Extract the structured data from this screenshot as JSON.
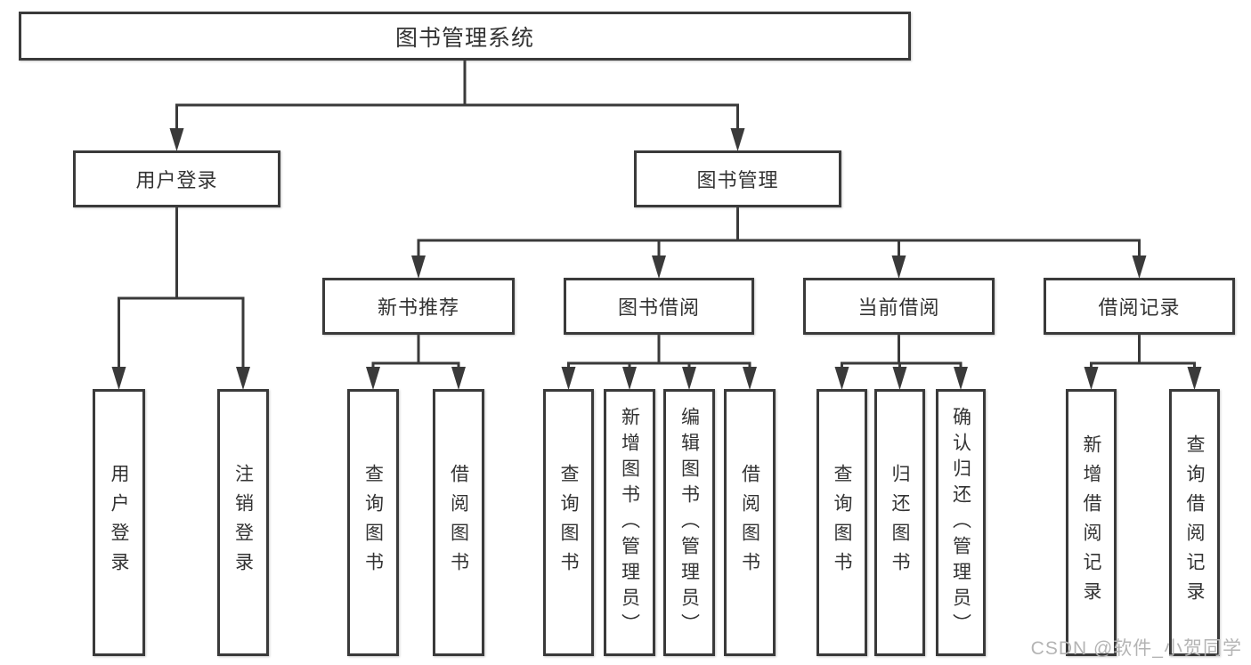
{
  "diagram": {
    "title": "图书管理系统",
    "watermark": "CSDN @软件_小贺同学",
    "colors": {
      "background": "#ffffff",
      "line": "#3a3a3a",
      "box_border": "#3a3a3a",
      "text": "#333333",
      "watermark": "#b4b4b4"
    },
    "tree": {
      "id": "root",
      "label": "图书管理系统",
      "orientation": "horizontal",
      "children": [
        {
          "id": "user-login",
          "label": "用户登录",
          "orientation": "horizontal",
          "children": [
            {
              "id": "login",
              "label": "用户登录",
              "orientation": "vertical",
              "children": []
            },
            {
              "id": "logout",
              "label": "注销登录",
              "orientation": "vertical",
              "children": []
            }
          ]
        },
        {
          "id": "book-mgmt",
          "label": "图书管理",
          "orientation": "horizontal",
          "children": [
            {
              "id": "new-book-recommend",
              "label": "新书推荐",
              "orientation": "horizontal",
              "children": [
                {
                  "id": "nbr-query",
                  "label": "查询图书",
                  "orientation": "vertical",
                  "children": []
                },
                {
                  "id": "nbr-borrow",
                  "label": "借阅图书",
                  "orientation": "vertical",
                  "children": []
                }
              ]
            },
            {
              "id": "book-borrow",
              "label": "图书借阅",
              "orientation": "horizontal",
              "children": [
                {
                  "id": "bb-query",
                  "label": "查询图书",
                  "orientation": "vertical",
                  "children": []
                },
                {
                  "id": "bb-add",
                  "label": "新增图书（管理员）",
                  "orientation": "vertical",
                  "children": []
                },
                {
                  "id": "bb-edit",
                  "label": "编辑图书（管理员）",
                  "orientation": "vertical",
                  "children": []
                },
                {
                  "id": "bb-borrow",
                  "label": "借阅图书",
                  "orientation": "vertical",
                  "children": []
                }
              ]
            },
            {
              "id": "current-borrow",
              "label": "当前借阅",
              "orientation": "horizontal",
              "children": [
                {
                  "id": "cb-query",
                  "label": "查询图书",
                  "orientation": "vertical",
                  "children": []
                },
                {
                  "id": "cb-return",
                  "label": "归还图书",
                  "orientation": "vertical",
                  "children": []
                },
                {
                  "id": "cb-confirm",
                  "label": "确认归还（管理员）",
                  "orientation": "vertical",
                  "children": []
                }
              ]
            },
            {
              "id": "borrow-records",
              "label": "借阅记录",
              "orientation": "horizontal",
              "children": [
                {
                  "id": "br-add",
                  "label": "新增借阅记录",
                  "orientation": "vertical",
                  "children": []
                },
                {
                  "id": "br-query",
                  "label": "查询借阅记录",
                  "orientation": "vertical",
                  "children": []
                }
              ]
            }
          ]
        }
      ]
    }
  }
}
